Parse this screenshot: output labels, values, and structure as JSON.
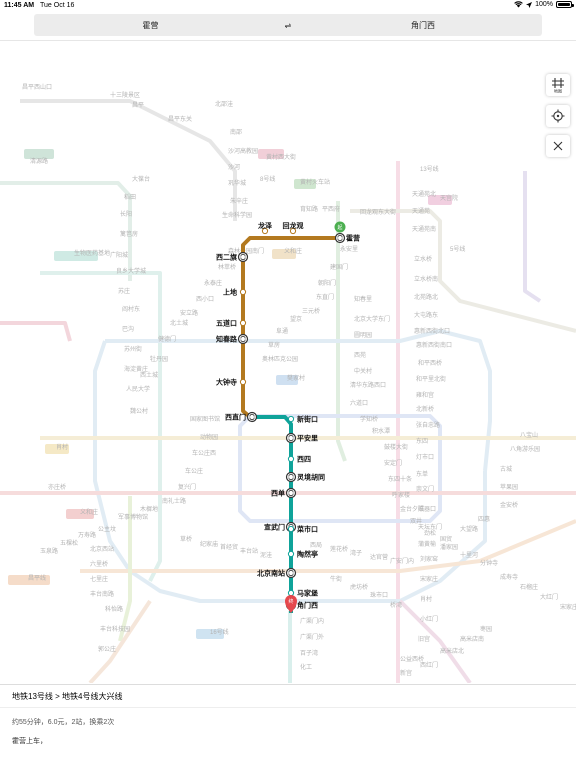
{
  "status_bar": {
    "time": "11:45 AM",
    "date": "Tue Oct 16",
    "battery": "100%"
  },
  "route": {
    "from": "霍营",
    "swap": "⇌",
    "to": "角门西"
  },
  "controls": {
    "layer_label": "地图"
  },
  "map": {
    "colors": {
      "line13": "#b3791f",
      "line4": "#0fa39a",
      "start": "#4caf50",
      "end": "#e5484d",
      "faded_line": "#e6e6e6",
      "faded_text": "#b4b4b4"
    },
    "route_stations": [
      "龙泽",
      "回龙观",
      "霍营",
      "西二旗",
      "上地",
      "五道口",
      "知春路",
      "大钟寺",
      "西直门",
      "新街口",
      "平安里",
      "西四",
      "灵境胡同",
      "西单",
      "宣武门",
      "菜市口",
      "陶然亭",
      "北京南站",
      "马家堡",
      "角门西"
    ],
    "faded_labels": [
      "昌平西山口",
      "十三陵景区",
      "昌平",
      "昌平东关",
      "北邵洼",
      "南邵",
      "沙河高教园",
      "沙河",
      "巩华城",
      "朱辛庄",
      "生命科学园",
      "育知路",
      "平西府",
      "回龙观东大街",
      "天通苑北",
      "天通苑",
      "天通苑南",
      "立水桥",
      "立水桥南",
      "北苑路北",
      "大屯路东",
      "惠新西街北口",
      "惠新西街南口",
      "和平西桥",
      "和平里北街",
      "雍和宫",
      "北新桥",
      "张自忠路",
      "东四",
      "灯市口",
      "东单",
      "崇文门",
      "磁器口",
      "天坛东门",
      "蒲黄榆",
      "刘家窑",
      "宋家庄",
      "肖村",
      "小红门",
      "旧宫",
      "亦庄桥",
      "北京西站",
      "六里桥",
      "七里庄",
      "丰台南路",
      "科怡路",
      "丰台科技园",
      "郭公庄",
      "大葆台",
      "稻田",
      "长阳",
      "篱笆房",
      "广阳城",
      "良乡大学城",
      "苏庄",
      "阎村东",
      "巴沟",
      "苏州街",
      "海淀黄庄",
      "人民大学",
      "魏公村",
      "国家图书馆",
      "动物园",
      "车公庄西",
      "车公庄",
      "复兴门",
      "南礼士路",
      "木樨地",
      "军事博物馆",
      "公主坟",
      "万寿路",
      "五棵松",
      "玉泉路",
      "八宝山",
      "八角游乐园",
      "古城",
      "苹果园",
      "金安桥",
      "四惠",
      "大望路",
      "国贸",
      "永安里",
      "建国门",
      "朝阳门",
      "东直门",
      "三元桥",
      "望京",
      "阜通",
      "草房",
      "奥林匹克公园",
      "森林公园南门",
      "林萃桥",
      "永泰庄",
      "西小口",
      "安立路",
      "北土城",
      "健德门",
      "牡丹园",
      "西土城",
      "知春里",
      "北京大学东门",
      "圆明园",
      "西苑",
      "中关村",
      "清华东路西口",
      "六道口",
      "学知桥",
      "积水潭",
      "鼓楼大街",
      "安定门",
      "东四十条",
      "呼家楼",
      "金台夕照",
      "双井",
      "劲松",
      "潘家园",
      "十里河",
      "分钟寺",
      "成寿寺",
      "石榴庄",
      "大红门",
      "宋家庄",
      "草桥",
      "纪家庙",
      "首经贸",
      "丰台站",
      "泥洼",
      "西局",
      "莲花桥",
      "湾子",
      "达官营",
      "广安门内",
      "牛街",
      "虎坊桥",
      "珠市口",
      "桥湾",
      "广渠门内",
      "广渠门外",
      "百子湾",
      "化工",
      "公益西桥",
      "新宫",
      "西红门",
      "高米店北",
      "高米店南",
      "枣园",
      "清源路",
      "黄村西大街",
      "黄村火车站",
      "义和庄",
      "生物医药基地",
      "天宫院",
      "樊家村",
      "肖村",
      "义和庄",
      "昌平线",
      "16号线",
      "8号线",
      "13号线",
      "5号线",
      "4号线大兴线",
      "6号线",
      "房山线",
      "燕房线",
      "亦庄线",
      "7号线",
      "9号线",
      "14号线"
    ]
  },
  "panel": {
    "lines": "地铁13号线 > 地铁4号线大兴线",
    "summary": "约55分钟，6.0元，2站，换乘2次",
    "instruction": "霍营上车，"
  }
}
